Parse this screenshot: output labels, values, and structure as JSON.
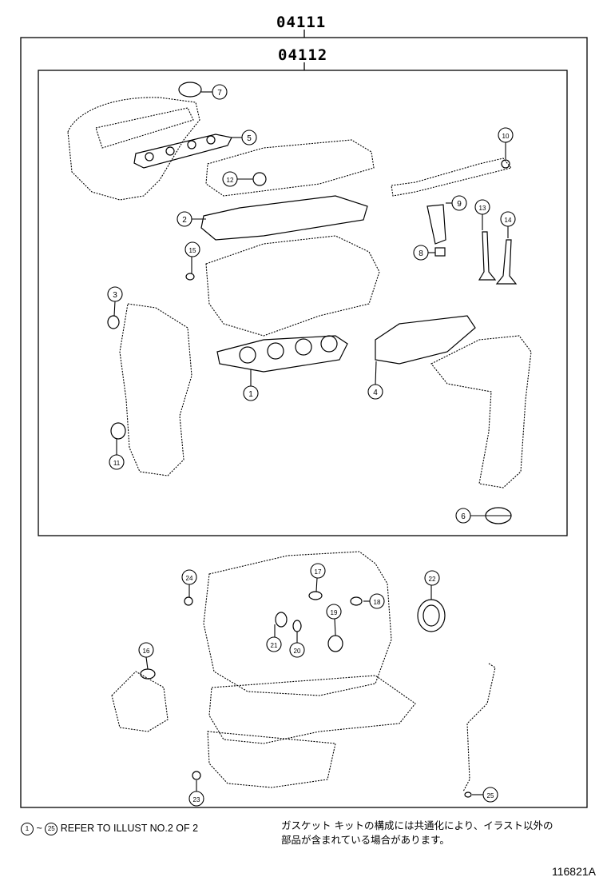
{
  "diagram": {
    "outer_code": "04111",
    "inner_code": "04112",
    "callouts": [
      "1",
      "2",
      "3",
      "4",
      "5",
      "6",
      "7",
      "8",
      "9",
      "10",
      "11",
      "12",
      "13",
      "14",
      "15",
      "16",
      "17",
      "18",
      "19",
      "20",
      "21",
      "22",
      "23",
      "24",
      "25"
    ],
    "footer": {
      "range_start": "1",
      "range_tilde": "~",
      "range_end": "25",
      "refer_text": "REFER TO ILLUST NO.2 OF 2",
      "jp_line1": "ガスケット キットの構成には共通化により、イラスト以外の",
      "jp_line2": "部品が含まれている場合があります。",
      "drawing_number": "116821A"
    }
  }
}
